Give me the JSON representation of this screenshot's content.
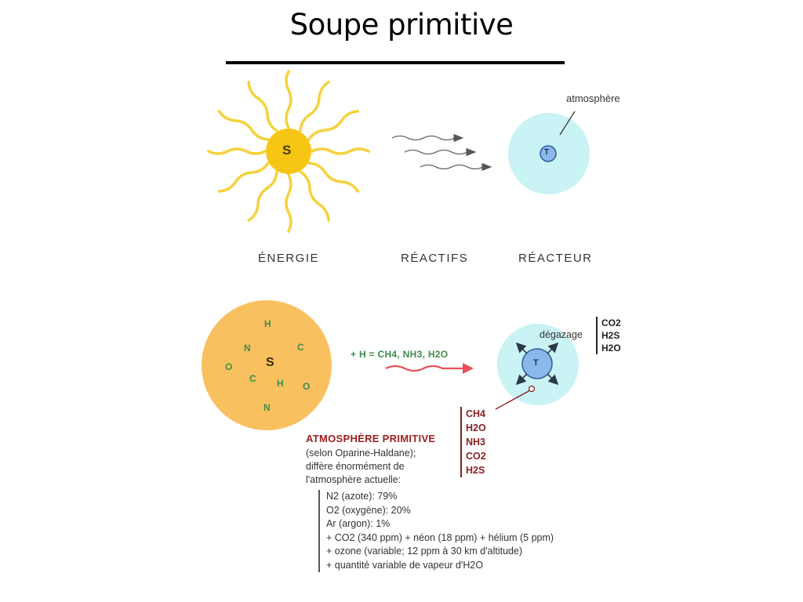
{
  "slide": {
    "title": "Soupe primitive"
  },
  "top_panel": {
    "sun_label": "S",
    "captions": [
      "ÉNERGIE",
      "RÉACTIFS",
      "RÉACTEUR"
    ],
    "atmosphere_label": "atmosphère",
    "earth_label": "T"
  },
  "bottom_panel": {
    "soup_center": "S",
    "soup_elements": [
      "H",
      "N",
      "C",
      "O",
      "C",
      "H",
      "O",
      "N"
    ],
    "reaction_text": "+ H = CH4, NH3, H2O",
    "earth_label": "T",
    "degassing_label": "dégazage",
    "degassing_gases": [
      "CO2",
      "H2S",
      "H2O"
    ],
    "primitive_gases": [
      "CH4",
      "H2O",
      "NH3",
      "CO2",
      "H2S"
    ],
    "primitive_title": "ATMOSPHÈRE PRIMITIVE",
    "primitive_desc": [
      "(selon Oparine-Haldane);",
      "diffère énormément de",
      "l'atmosphère actuelle:"
    ],
    "current_atmosphere": [
      "N2 (azote): 79%",
      "O2 (oxygène): 20%",
      "Ar (argon): 1%",
      "+ CO2 (340 ppm) + néon (18 ppm) + hélium (5 ppm)",
      "+ ozone (variable; 12 ppm à 30 km d'altitude)",
      "+ quantité variable de vapeur d'H2O"
    ]
  },
  "colors": {
    "sun": "#f7c614",
    "sun_rays": "#f5d23c",
    "soup": "#f9c060",
    "atmosphere": "#c9f3f5",
    "earth": "#8ab8ea",
    "element_green": "#3d8c4a",
    "primitive_red": "#9b2020",
    "reaction_arrow": "#e8505a"
  }
}
